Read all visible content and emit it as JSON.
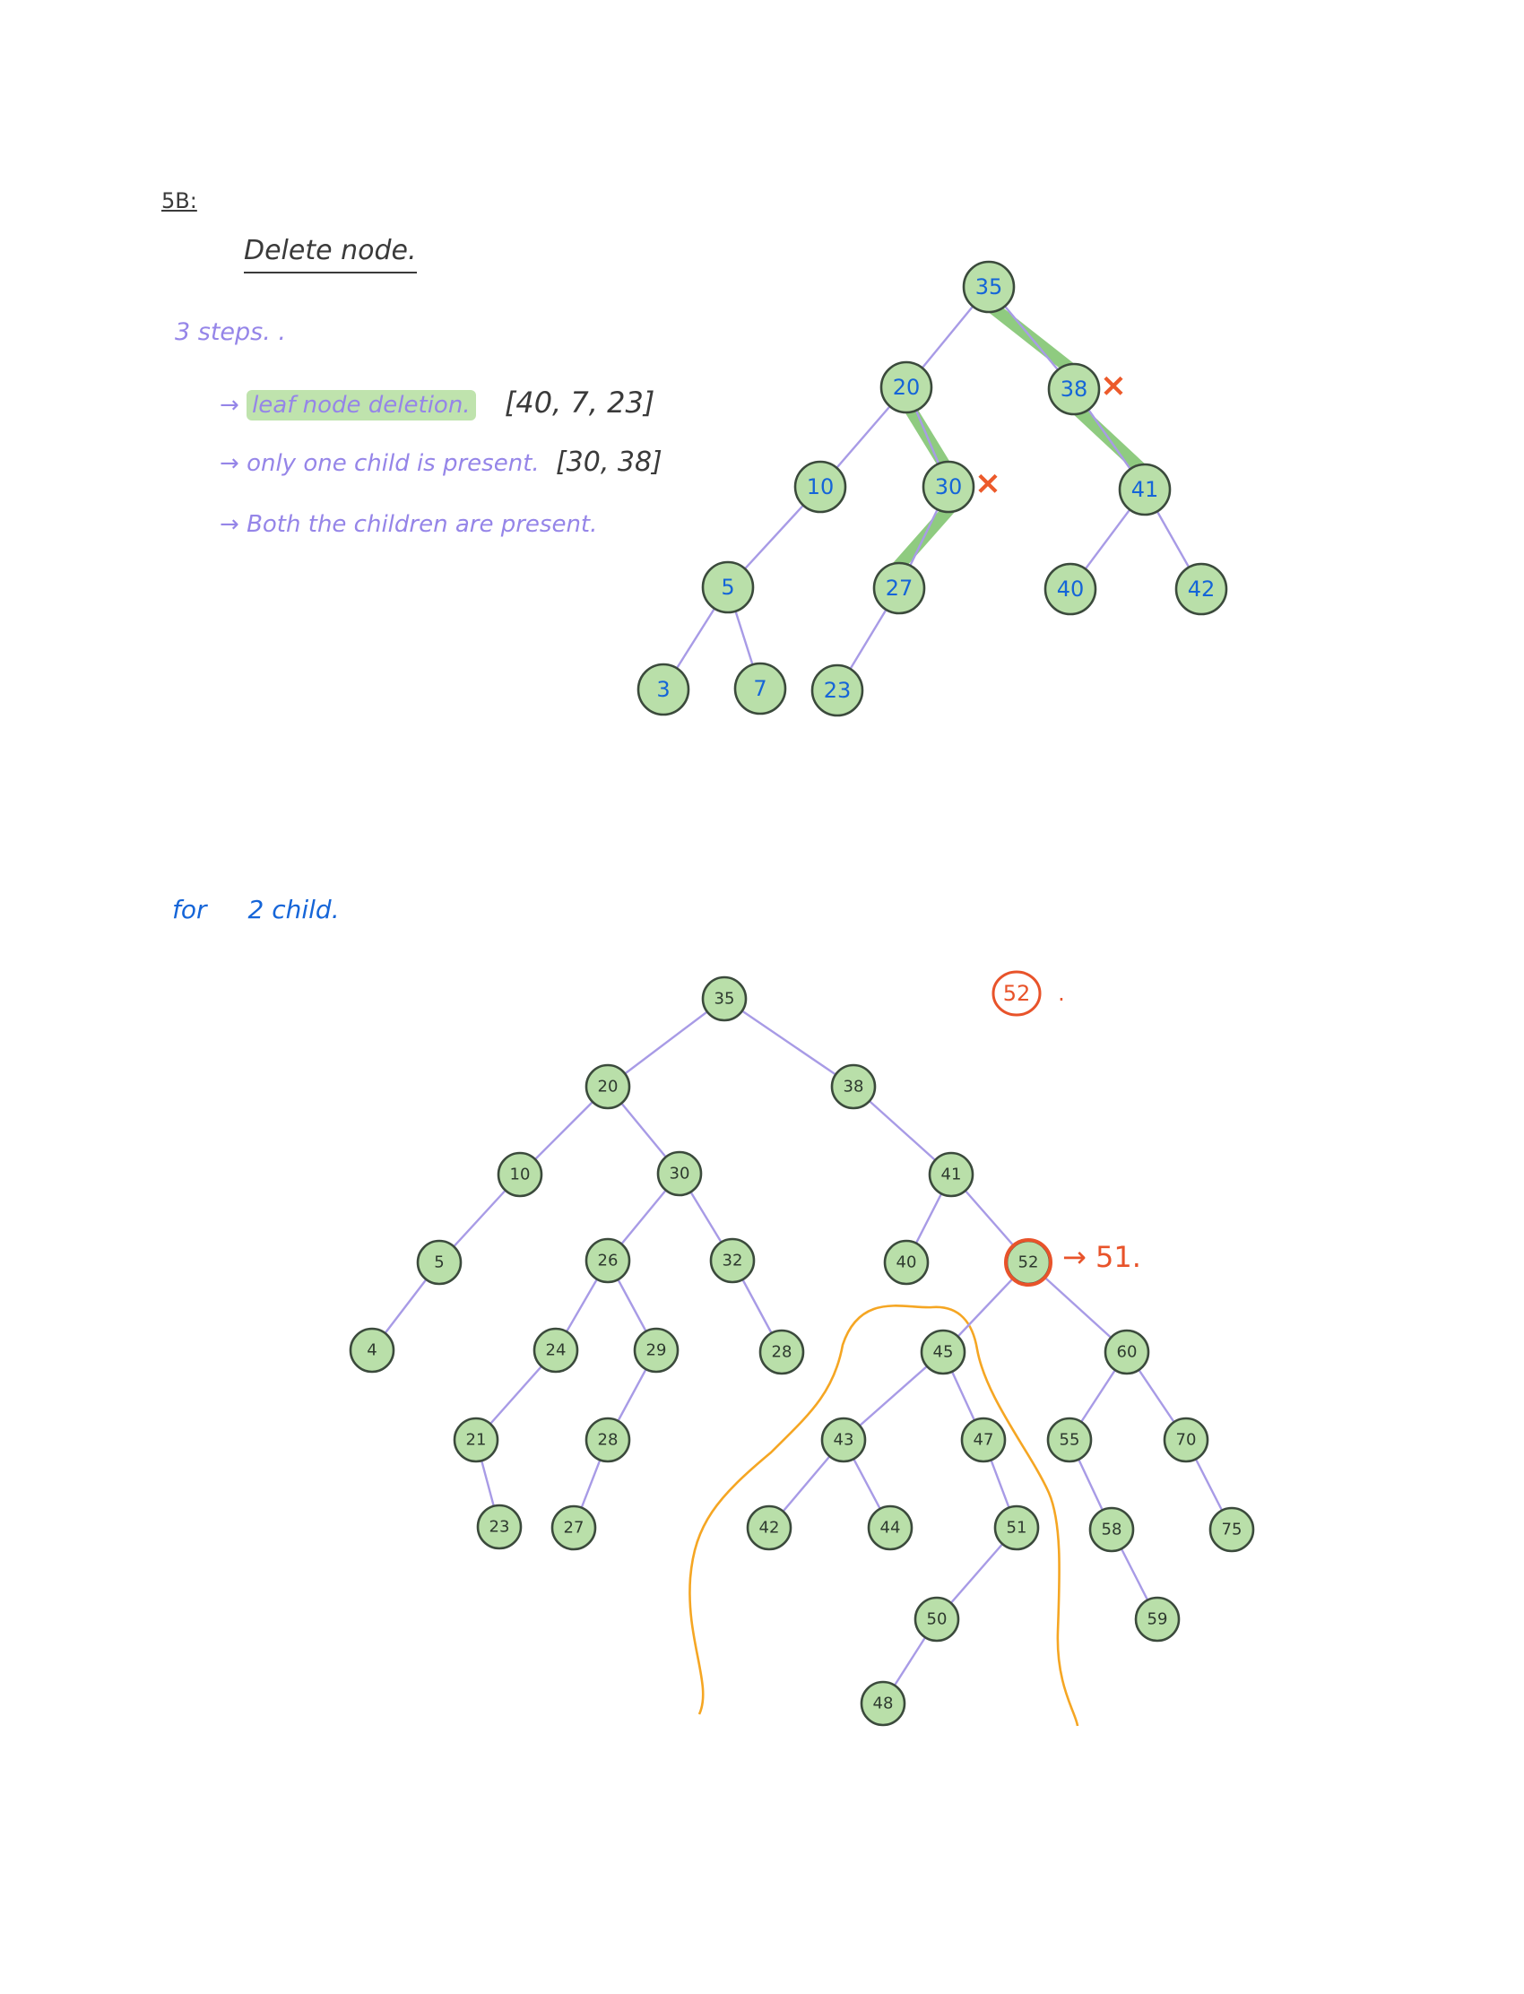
{
  "header": {
    "label": "5B:",
    "title": "Delete node."
  },
  "steps": {
    "heading": "3 steps. .",
    "items": [
      {
        "text": "leaf node deletion.",
        "values": "[40, 7, 23]"
      },
      {
        "text": "only one child is present.",
        "values": "[30, 38]"
      },
      {
        "text": "Both the children are present.",
        "values": ""
      }
    ]
  },
  "tree1": {
    "nodes": [
      {
        "id": "n35",
        "label": "35"
      },
      {
        "id": "n20",
        "label": "20"
      },
      {
        "id": "n38",
        "label": "38"
      },
      {
        "id": "n10",
        "label": "10"
      },
      {
        "id": "n30",
        "label": "30"
      },
      {
        "id": "n41",
        "label": "41"
      },
      {
        "id": "n5",
        "label": "5"
      },
      {
        "id": "n27",
        "label": "27"
      },
      {
        "id": "n40",
        "label": "40"
      },
      {
        "id": "n42",
        "label": "42"
      },
      {
        "id": "n3",
        "label": "3"
      },
      {
        "id": "n7",
        "label": "7"
      },
      {
        "id": "n23",
        "label": "23"
      }
    ],
    "edges": [
      [
        "n35",
        "n20"
      ],
      [
        "n35",
        "n38"
      ],
      [
        "n20",
        "n10"
      ],
      [
        "n20",
        "n30"
      ],
      [
        "n10",
        "n5"
      ],
      [
        "n5",
        "n3"
      ],
      [
        "n5",
        "n7"
      ],
      [
        "n30",
        "n27"
      ],
      [
        "n27",
        "n23"
      ],
      [
        "n38",
        "n41"
      ],
      [
        "n41",
        "n40"
      ],
      [
        "n41",
        "n42"
      ]
    ],
    "highlighted_edges": [
      [
        "n35",
        "n38"
      ],
      [
        "n38",
        "n41"
      ],
      [
        "n20",
        "n30"
      ],
      [
        "n30",
        "n27"
      ]
    ],
    "cross_marks": [
      "n38",
      "n30"
    ],
    "cross_symbol": "×"
  },
  "section2": {
    "label_for": "for",
    "label_rest": "2 child."
  },
  "tree2": {
    "nodes": [
      {
        "id": "m35",
        "label": "35"
      },
      {
        "id": "m20",
        "label": "20"
      },
      {
        "id": "m38",
        "label": "38"
      },
      {
        "id": "m10",
        "label": "10"
      },
      {
        "id": "m30",
        "label": "30"
      },
      {
        "id": "m41",
        "label": "41"
      },
      {
        "id": "m5",
        "label": "5"
      },
      {
        "id": "m26",
        "label": "26"
      },
      {
        "id": "m32",
        "label": "32"
      },
      {
        "id": "m40",
        "label": "40"
      },
      {
        "id": "m52",
        "label": "52"
      },
      {
        "id": "m4",
        "label": "4"
      },
      {
        "id": "m24",
        "label": "24"
      },
      {
        "id": "m29",
        "label": "29"
      },
      {
        "id": "m28a",
        "label": "28"
      },
      {
        "id": "m45",
        "label": "45"
      },
      {
        "id": "m60",
        "label": "60"
      },
      {
        "id": "m21",
        "label": "21"
      },
      {
        "id": "m28b",
        "label": "28"
      },
      {
        "id": "m43",
        "label": "43"
      },
      {
        "id": "m47",
        "label": "47"
      },
      {
        "id": "m55",
        "label": "55"
      },
      {
        "id": "m70",
        "label": "70"
      },
      {
        "id": "m23",
        "label": "23"
      },
      {
        "id": "m27",
        "label": "27"
      },
      {
        "id": "m42",
        "label": "42"
      },
      {
        "id": "m44",
        "label": "44"
      },
      {
        "id": "m51",
        "label": "51"
      },
      {
        "id": "m58",
        "label": "58"
      },
      {
        "id": "m75",
        "label": "75"
      },
      {
        "id": "m50",
        "label": "50"
      },
      {
        "id": "m59",
        "label": "59"
      },
      {
        "id": "m48",
        "label": "48"
      }
    ],
    "edges": [
      [
        "m35",
        "m20"
      ],
      [
        "m35",
        "m38"
      ],
      [
        "m20",
        "m10"
      ],
      [
        "m20",
        "m30"
      ],
      [
        "m10",
        "m5"
      ],
      [
        "m5",
        "m4"
      ],
      [
        "m30",
        "m26"
      ],
      [
        "m30",
        "m32"
      ],
      [
        "m26",
        "m24"
      ],
      [
        "m26",
        "m29"
      ],
      [
        "m24",
        "m21"
      ],
      [
        "m21",
        "m23"
      ],
      [
        "m29",
        "m28b"
      ],
      [
        "m28b",
        "m27"
      ],
      [
        "m32",
        "m28a"
      ],
      [
        "m38",
        "m41"
      ],
      [
        "m41",
        "m40"
      ],
      [
        "m41",
        "m52"
      ],
      [
        "m52",
        "m45"
      ],
      [
        "m52",
        "m60"
      ],
      [
        "m45",
        "m43"
      ],
      [
        "m45",
        "m47"
      ],
      [
        "m43",
        "m42"
      ],
      [
        "m43",
        "m44"
      ],
      [
        "m47",
        "m51"
      ],
      [
        "m51",
        "m50"
      ],
      [
        "m50",
        "m48"
      ],
      [
        "m60",
        "m55"
      ],
      [
        "m60",
        "m70"
      ],
      [
        "m55",
        "m58"
      ],
      [
        "m58",
        "m59"
      ],
      [
        "m70",
        "m75"
      ]
    ],
    "circled_node": "m52",
    "replacement": "→ 51.",
    "deleted_value": "52",
    "deleted_value_suffix": "."
  },
  "colors": {
    "node_fill": "#b9dfa9",
    "node_stroke": "#3b4a3c",
    "edge": "#a89be6",
    "highlight": "#7cc36a",
    "cross": "#ec5a2b",
    "blue_text": "#1565d8",
    "purple_text": "#9585e8",
    "dark_text": "#3a3a3a",
    "orange_curve": "#f5a623",
    "red_circle": "#e8532a"
  }
}
